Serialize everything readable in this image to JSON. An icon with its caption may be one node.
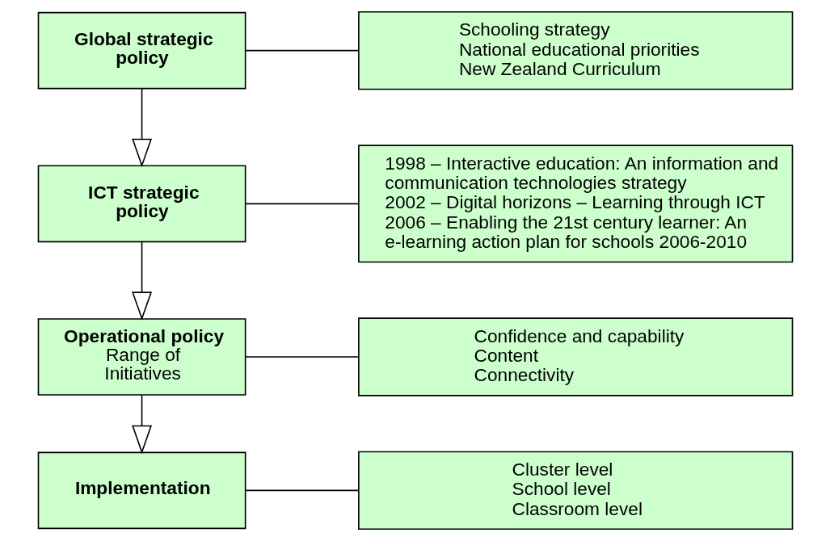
{
  "diagram": {
    "nodes": [
      {
        "text": [
          "Global strategic policy"
        ]
      },
      {
        "text": [
          "Schooling strategy",
          "National educational priorities",
          "New Zealand Curriculum"
        ]
      },
      {
        "text": [
          "ICT strategic policy"
        ]
      },
      {
        "text": [
          "1998 – Interactive education: An information and communication technologies strategy",
          "2002 – Digital horizons – Learning through ICT",
          "2006 – Enabling the 21st century learner: An e-learning action plan for schools 2006-2010"
        ]
      },
      {
        "text": [
          "Operational policy",
          "Range of Initiatives"
        ]
      },
      {
        "text": [
          "Confidence and capability",
          "Content",
          "Connectivity"
        ]
      },
      {
        "text": [
          "Implementation"
        ]
      },
      {
        "text": [
          "Cluster level",
          "School level",
          "Classroom level"
        ]
      }
    ],
    "edges": [
      {
        "from": 0,
        "to": 1,
        "arrow": "none"
      },
      {
        "from": 0,
        "to": 2,
        "arrow": "to"
      },
      {
        "from": 2,
        "to": 3,
        "arrow": "none"
      },
      {
        "from": 2,
        "to": 4,
        "arrow": "to"
      },
      {
        "from": 4,
        "to": 5,
        "arrow": "none"
      },
      {
        "from": 4,
        "to": 6,
        "arrow": "to"
      },
      {
        "from": 6,
        "to": 7,
        "arrow": "none"
      }
    ]
  }
}
